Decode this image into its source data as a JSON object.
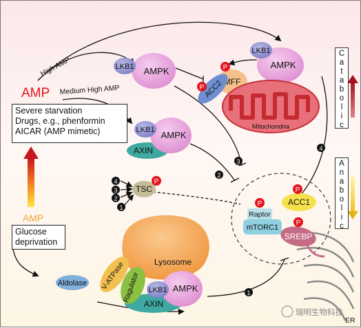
{
  "amp": {
    "title_top": "AMP",
    "title_bottom": "AMP",
    "high_label": "High AMP",
    "medium_label": "Medium High AMP"
  },
  "conditions": {
    "line1": "Severe starvation",
    "line2": "Drugs, e.g., phenformin",
    "line3": "AICAR (AMP mimetic)"
  },
  "glucose": {
    "line1": "Glucose",
    "line2": "deprivation"
  },
  "complexes": {
    "lkb1": "LKB1",
    "ampk": "AMPK",
    "axin": "AXIN",
    "tsc": "TSC",
    "acc2": "ACC2",
    "mff": "MFF",
    "mitochondria": "Mitochondria",
    "acc1": "ACC1",
    "raptor": "Raptor",
    "mtorc1": "mTORC1",
    "srebp": "SREBP",
    "lysosome": "Lysosome",
    "aldolase": "Aldolase",
    "vatpase": "V-ATPase",
    "ragulator": "Ragulator",
    "er": "ER",
    "p": "P"
  },
  "steps": {
    "s1": "1",
    "s2": "2",
    "s3": "3",
    "s4": "4"
  },
  "side_labels": {
    "catabolic": [
      "C",
      "a",
      "t",
      "a",
      "b",
      "o",
      "l",
      "i",
      "c"
    ],
    "anabolic": [
      "A",
      "n",
      "a",
      "b",
      "o",
      "l",
      "i",
      "c"
    ]
  },
  "watermark": "瑞明生物科技",
  "colors": {
    "lkb1": "#8e8fd0",
    "ampk": "#e7a4dc",
    "axin": "#3fa8a0",
    "amp_red": "#e2141c",
    "amp_orange": "#e8a43a",
    "phospho": "#e3141c",
    "mitochondria": "#d9393e",
    "acc1": "#f4e14c",
    "mtorc1": "#8ecfe0",
    "srebp": "#c46b86",
    "lysosome": "#f5a95a",
    "ragulator": "#8cc043",
    "vatpase": "#f2c050",
    "aldolase": "#7fb0dc",
    "mff": "#f6c08a"
  }
}
